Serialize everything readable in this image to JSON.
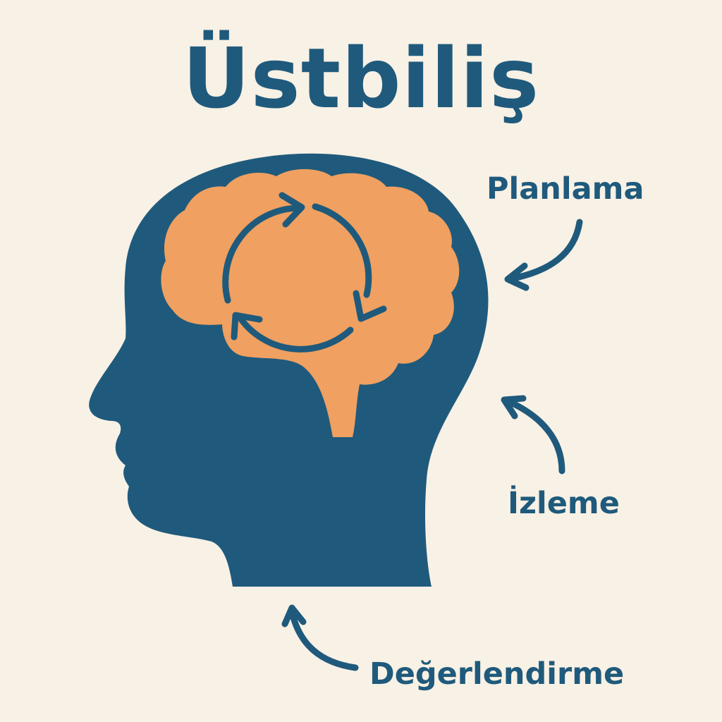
{
  "title": "Üstbiliş",
  "labels": {
    "planning": "Planlama",
    "monitoring": "İzleme",
    "evaluation": "Değerlendirme"
  },
  "colors": {
    "background": "#f8f1e5",
    "head": "#1f5a7c",
    "brain": "#f0a060",
    "text": "#1f5a7c"
  },
  "icons": {
    "head": "head-silhouette-icon",
    "brain": "brain-icon",
    "cycle": "cycle-arrows-icon"
  }
}
